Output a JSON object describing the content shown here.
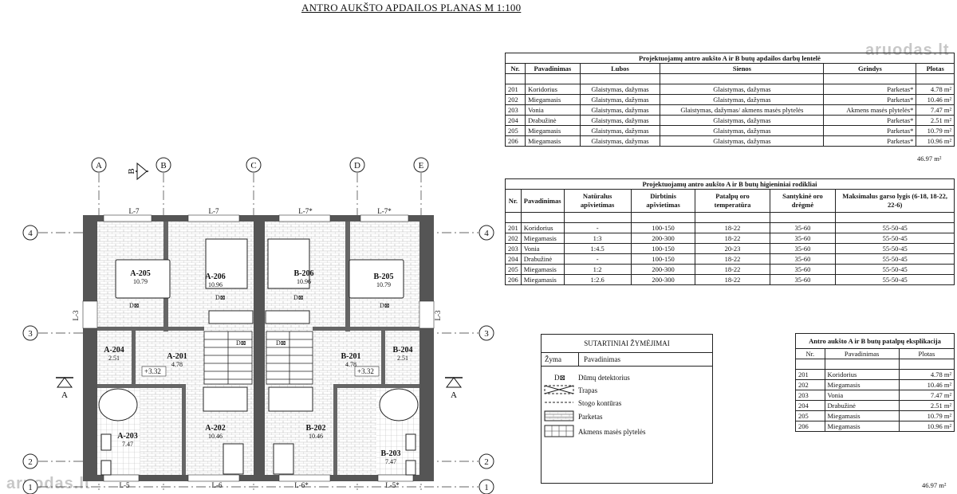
{
  "title": "ANTRO AUKŠTO APDAILOS PLANAS M 1:100",
  "watermark": "aruodas.lt",
  "finishes_table": {
    "caption": "Projektuojamų antro aukšto A ir B butų apdailos darbų lentelė",
    "headers": [
      "Nr.",
      "Pavadinimas",
      "Lubos",
      "Sienos",
      "Grindys",
      "Plotas"
    ],
    "rows": [
      [
        "201",
        "Koridorius",
        "Glaistymas, dažymas",
        "Glaistymas, dažymas",
        "Parketas*",
        "4.78 m²"
      ],
      [
        "202",
        "Miegamasis",
        "Glaistymas, dažymas",
        "Glaistymas, dažymas",
        "Parketas*",
        "10.46 m²"
      ],
      [
        "203",
        "Vonia",
        "Glaistymas, dažymas",
        "Glaistymas, dažymas/ akmens masės plytelės",
        "Akmens masės plytelės*",
        "7.47 m²"
      ],
      [
        "204",
        "Drabužinė",
        "Glaistymas, dažymas",
        "Glaistymas, dažymas",
        "Parketas*",
        "2.51 m²"
      ],
      [
        "205",
        "Miegamasis",
        "Glaistymas, dažymas",
        "Glaistymas, dažymas",
        "Parketas*",
        "10.79 m²"
      ],
      [
        "206",
        "Miegamasis",
        "Glaistymas, dažymas",
        "Glaistymas, dažymas",
        "Parketas*",
        "10.96 m²"
      ]
    ],
    "total": "46.97 m²"
  },
  "hygiene_table": {
    "caption": "Projektuojamų antro aukšto A ir B butų higieniniai rodikliai",
    "headers": [
      "Nr.",
      "Pavadinimas",
      "Natūralus apšvietimas",
      "Dirbtinis apšvietimas",
      "Patalpų oro temperatūra",
      "Santykinė oro drėgmė",
      "Maksimalus garso lygis (6-18, 18-22, 22-6)"
    ],
    "rows": [
      [
        "201",
        "Koridorius",
        "-",
        "100-150",
        "18-22",
        "35-60",
        "55-50-45"
      ],
      [
        "202",
        "Miegamasis",
        "1:3",
        "200-300",
        "18-22",
        "35-60",
        "55-50-45"
      ],
      [
        "203",
        "Vonia",
        "1:4.5",
        "100-150",
        "20-23",
        "35-60",
        "55-50-45"
      ],
      [
        "204",
        "Drabužinė",
        "-",
        "100-150",
        "18-22",
        "35-60",
        "55-50-45"
      ],
      [
        "205",
        "Miegamasis",
        "1:2",
        "200-300",
        "18-22",
        "35-60",
        "55-50-45"
      ],
      [
        "206",
        "Miegamasis",
        "1:2.6",
        "200-300",
        "18-22",
        "35-60",
        "55-50-45"
      ]
    ]
  },
  "explication_table": {
    "caption": "Antro aukšto A ir B butų patalpų eksplikacija",
    "headers": [
      "Nr.",
      "Pavadinimas",
      "Plotas"
    ],
    "rows": [
      [
        "201",
        "Koridorius",
        "4.78 m²"
      ],
      [
        "202",
        "Miegamasis",
        "10.46 m²"
      ],
      [
        "203",
        "Vonia",
        "7.47 m²"
      ],
      [
        "204",
        "Drabužinė",
        "2.51 m²"
      ],
      [
        "205",
        "Miegamasis",
        "10.79 m²"
      ],
      [
        "206",
        "Miegamasis",
        "10.96 m²"
      ]
    ],
    "total": "46.97 m²"
  },
  "legend": {
    "title": "SUTARTINIAI ŽYMĖJIMAI",
    "col_symbol": "Žyma",
    "col_name": "Pavadinimas",
    "items": [
      {
        "symbol": "D⊠",
        "label": "Dūmų detektorius"
      },
      {
        "symbol": "stairs",
        "label": "Trapas"
      },
      {
        "symbol": "dashed",
        "label": "Stogo kontūras"
      },
      {
        "symbol": "parquet",
        "label": "Parketas"
      },
      {
        "symbol": "tiles",
        "label": "Akmens masės plytelės"
      }
    ]
  },
  "plan": {
    "axes_letters": [
      "A",
      "B",
      "C",
      "D",
      "E"
    ],
    "axes_numbers": [
      "4",
      "3",
      "2",
      "1"
    ],
    "section_marks": {
      "side": "A",
      "top": "B"
    },
    "window_labels_top": [
      "L-7",
      "L-7",
      "L-7*",
      "L-7*"
    ],
    "window_labels_bottom": [
      "L-5",
      "L-6",
      "L-6*",
      "L-5*"
    ],
    "window_labels_side": [
      "L-3",
      "L-3"
    ],
    "level_marks": [
      "+3.32",
      "+3.32"
    ],
    "rooms": [
      {
        "id": "A-205",
        "area": "10.79"
      },
      {
        "id": "A-206",
        "area": "10.96"
      },
      {
        "id": "B-206",
        "area": "10.96"
      },
      {
        "id": "B-205",
        "area": "10.79"
      },
      {
        "id": "A-204",
        "area": "2.51"
      },
      {
        "id": "A-201",
        "area": "4.78"
      },
      {
        "id": "B-201",
        "area": "4.78"
      },
      {
        "id": "B-204",
        "area": "2.51"
      },
      {
        "id": "A-203",
        "area": "7.47"
      },
      {
        "id": "A-202",
        "area": "10.46"
      },
      {
        "id": "B-202",
        "area": "10.46"
      },
      {
        "id": "B-203",
        "area": "7.47"
      }
    ],
    "smoke_detector": "D⊠"
  }
}
